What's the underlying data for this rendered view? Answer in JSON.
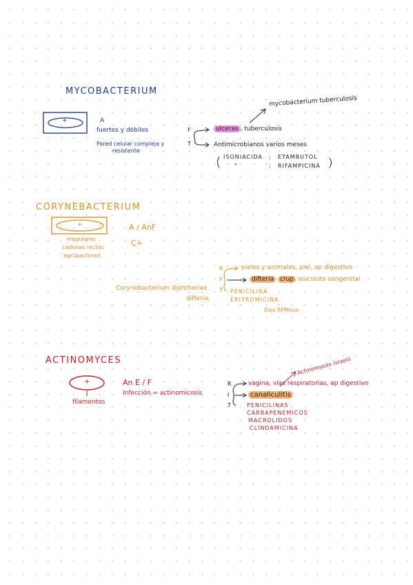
{
  "mycobacterium": {
    "title": "MYCOBACTERIUM",
    "cell_sign": "+",
    "aerobic": "A",
    "line1": "fuertes y débiles",
    "line2": "Pared celular compleja y",
    "line3": "resistente",
    "branch_F": "F",
    "branch_T": "T",
    "species_arrow_label": "mycobacterium tuberculosis",
    "disease_highlight": "ulceras",
    "disease_rest": ", tuberculosis",
    "treatment": "Antimicrobianos varios meses",
    "drug1": "ISONIACIDA",
    "drug2": "ETAMBUTOL",
    "drug3": "RIFAMPICINA",
    "ditto": "\"",
    "semicolon": ";"
  },
  "corynebacterium": {
    "title": "CORYNEBACTERIUM",
    "cell_sign": "+",
    "oxygen": "A / AnF",
    "gram": "C+",
    "desc1": "irregulares",
    "desc2": "cadenas rectas",
    "desc3": "agrupaciones",
    "branch_R": "R",
    "branch_F": "F",
    "branch_T": "T",
    "species": "Corynebacterium diphtheriae",
    "disease": "difteria,",
    "reservoir": "pieles y animales, piel, ap digestivo",
    "highlight1": "difteria",
    "highlight2": "crup",
    "rest": "leucocito congenital",
    "drug1": "PENICILINA",
    "drug2": "ERITROMICINA",
    "drug3": "Eles RPMoso"
  },
  "actinomyces": {
    "title": "ACTINOMYCES",
    "cell_sign": "+",
    "shape": "filamentos",
    "oxygen": "An E / F",
    "infection": "Infección = actinomicosis",
    "branch_R": "R",
    "branch_I": "I",
    "branch_T": "T",
    "side_note": "Actinomyces israelii",
    "reservoir": "vagina, vías respiratorias, ap digestivo",
    "highlight": "canaliculitis",
    "drug1": "PENICILINAS",
    "drug2": "CARBAPENEMICOS",
    "drug3": "MACROLIDOS",
    "drug4": "CLINDAMICINA"
  }
}
